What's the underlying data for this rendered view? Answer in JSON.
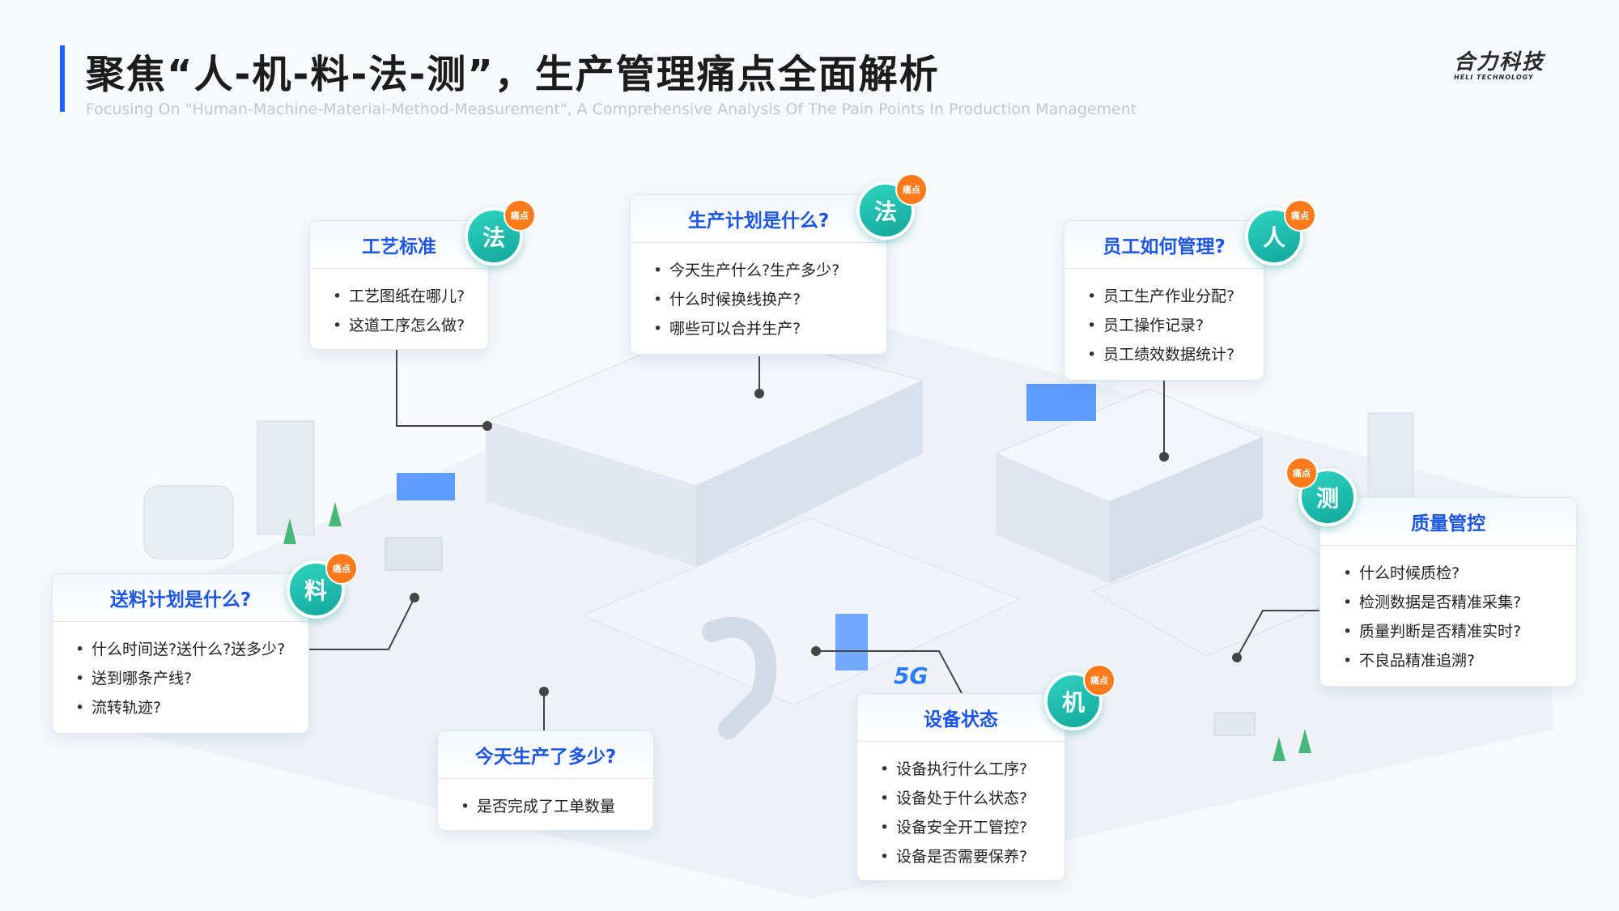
{
  "header": {
    "title": "聚焦“人-机-料-法-测”，生产管理痛点全面解析",
    "subtitle": "Focusing On \"Human-Machine-Material-Method-Measurement\", A Comprehensive Analysis Of The Pain Points In Production Management"
  },
  "logo": {
    "cn": "合力科技",
    "en": "HELI TECHNOLOGY"
  },
  "pain_label": "痛点",
  "scene_label_5g": "5G",
  "colors": {
    "accent": "#1d56e0",
    "badge": "#13a79c",
    "pain": "#ff7a1a"
  },
  "cards": {
    "craft": {
      "badge": "法",
      "title": "工艺标准",
      "items": [
        "工艺图纸在哪儿?",
        "这道工序怎么做?"
      ]
    },
    "plan": {
      "badge": "法",
      "title": "生产计划是什么?",
      "items": [
        "今天生产什么?生产多少?",
        "什么时候换线换产?",
        "哪些可以合并生产?"
      ]
    },
    "staff": {
      "badge": "人",
      "title": "员工如何管理?",
      "items": [
        "员工生产作业分配?",
        "员工操作记录?",
        "员工绩效数据统计?"
      ]
    },
    "quality": {
      "badge": "测",
      "title": "质量管控",
      "items": [
        "什么时候质检?",
        "检测数据是否精准采集?",
        "质量判断是否精准实时?",
        "不良品精准追溯?"
      ]
    },
    "material": {
      "badge": "料",
      "title": "送料计划是什么?",
      "items": [
        "什么时间送?送什么?送多少?",
        "送到哪条产线?",
        "流转轨迹?"
      ]
    },
    "output": {
      "title": "今天生产了多少?",
      "items": [
        "是否完成了工单数量"
      ]
    },
    "device": {
      "badge": "机",
      "title": "设备状态",
      "items": [
        "设备执行什么工序?",
        "设备处于什么状态?",
        "设备安全开工管控?",
        "设备是否需要保养?"
      ]
    }
  }
}
